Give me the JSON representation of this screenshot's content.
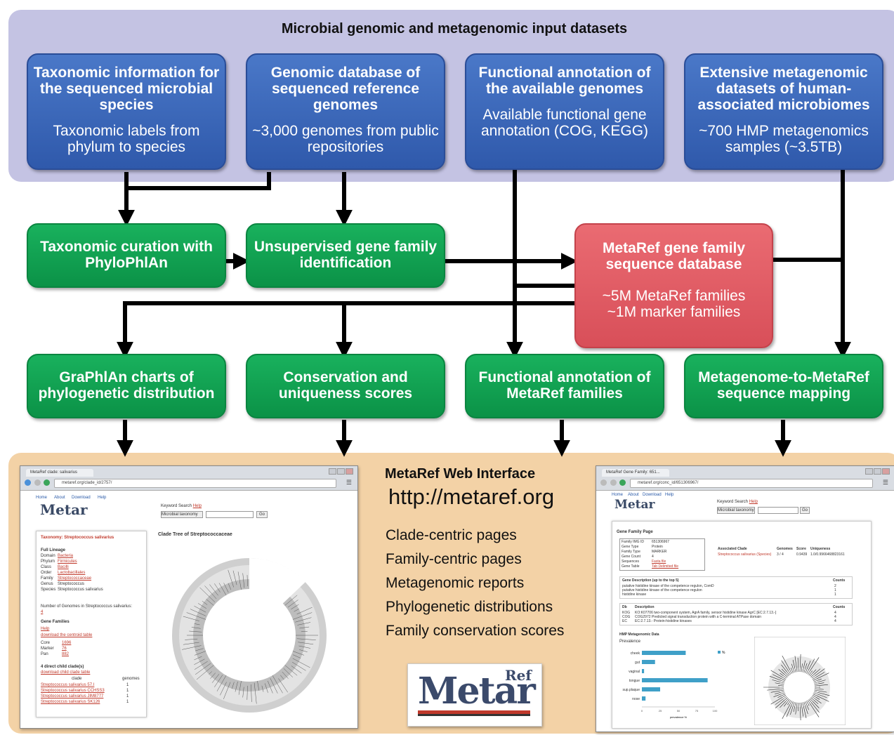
{
  "input_panel": {
    "title": "Microbial genomic and metagenomic input datasets"
  },
  "inputs": [
    {
      "heading": "Taxonomic information for the sequenced microbial species",
      "detail": "Taxonomic labels from phylum to species"
    },
    {
      "heading": "Genomic database of sequenced reference genomes",
      "detail": "~3,000 genomes from public repositories"
    },
    {
      "heading": "Functional annotation of the available genomes",
      "detail": "Available functional gene annotation (COG, KEGG)"
    },
    {
      "heading": "Extensive metagenomic datasets of human-associated microbiomes",
      "detail": "~700 HMP metagenomics samples (~3.5TB)"
    }
  ],
  "processing": [
    {
      "heading": "Taxonomic curation with PhyloPhlAn"
    },
    {
      "heading": "Unsupervised gene family identification"
    }
  ],
  "database": {
    "heading": "MetaRef gene family sequence database",
    "stat1": "~5M MetaRef families",
    "stat2": "~1M marker families"
  },
  "outputs": [
    {
      "heading": "GraPhlAn charts of phylogenetic distribution"
    },
    {
      "heading": "Conservation and uniqueness scores"
    },
    {
      "heading": "Functional annotation of MetaRef families"
    },
    {
      "heading": "Metagenome-to-MetaRef sequence mapping"
    }
  ],
  "web": {
    "title": "MetaRef Web Interface",
    "url": "http://metaref.org",
    "features": [
      "Clade-centric pages",
      "Family-centric pages",
      "Metagenomic reports",
      "Phylogenetic distributions",
      "Family conservation scores"
    ],
    "logo": {
      "main": "Metar",
      "sup": "Ref"
    }
  },
  "clade_page": {
    "tab": "MetaRef clade: salivarius",
    "url": "metaref.org/clade_id/2757/",
    "nav": [
      "Home",
      "About",
      "Download",
      "Help"
    ],
    "search_label": "Keyword Search",
    "search_help": "Help",
    "search_select": "Microbial taxonomy",
    "go": "Go",
    "taxonomy_title": "Taxonomy: Streptococcus salivarius",
    "lineage_title": "Full Lineage",
    "lineage": [
      [
        "Domain",
        "Bacteria"
      ],
      [
        "Phylum",
        "Firmicutes"
      ],
      [
        "Class",
        "Bacilli"
      ],
      [
        "Order",
        "Lactobacillales"
      ],
      [
        "Family",
        "Streptococcaceae"
      ],
      [
        "Genus",
        "Streptococcus"
      ],
      [
        "Species",
        "Streptococcus salivarius"
      ]
    ],
    "genomes_label": "Number of Genomes in Streptococcus salivarius:",
    "genomes_value": "4",
    "families_title": "Gene Families",
    "families_help": "Help",
    "centroid": "download the centroid table",
    "families": [
      [
        "Core",
        "1696"
      ],
      [
        "Marker",
        "76"
      ],
      [
        "Pan",
        "882"
      ]
    ],
    "child_title": "4 direct child clade(s)",
    "child_download": "download child clade table",
    "child_headers": [
      "clade",
      "genomes"
    ],
    "children": [
      [
        "Streptococcus salivarius 57.I",
        "1"
      ],
      [
        "Streptococcus salivarius CCHSS3",
        "1"
      ],
      [
        "Streptococcus salivarius JIM8777",
        "1"
      ],
      [
        "Streptococcus salivarius SK126",
        "1"
      ]
    ],
    "tree_title": "Clade Tree of Streptococcaceae"
  },
  "family_page": {
    "tab": "MetaRef Gene Family: 651...",
    "url": "metaref.org/conc_id/651306967/",
    "nav": [
      "Home",
      "About",
      "Download",
      "Help"
    ],
    "search_label": "Keyword Search",
    "search_help": "Help",
    "search_select": "Microbial taxonomy",
    "go": "Go",
    "page_title": "Gene Family Page",
    "info": [
      [
        "Family IMG ID",
        "651306967"
      ],
      [
        "Gene Type",
        "Protein"
      ],
      [
        "Family Type",
        "MARKER"
      ],
      [
        "Gene Count",
        "4"
      ],
      [
        "Sequences",
        "Fasta file"
      ],
      [
        "Gene Table",
        "Tab Delimited file"
      ]
    ],
    "clade_headers": [
      "Associated Clade",
      "Genomes",
      "Score",
      "Uniqueness"
    ],
    "clade_row": [
      "Streptococcus salivarius (Species)",
      "3 / 4",
      "0.9439",
      "1.0/0.9966468823161"
    ],
    "desc_headers": [
      "Gene Description (up to the top 5)",
      "Counts"
    ],
    "descs": [
      [
        "putative histidine kinase of the competence regulon, ComD",
        "2"
      ],
      [
        "putative histidine kinase of the competence regulon",
        "1"
      ],
      [
        "histidine kinase",
        "1"
      ]
    ],
    "annot_headers": [
      "Db",
      "Description",
      "Counts"
    ],
    "annots": [
      [
        "KOG",
        "KO:K07706 two-component system, AgrA family, sensor histidine kinase AgrC [EC:2.7.13.-]",
        "4"
      ],
      [
        "COG",
        "COG2972 Predicted signal transduction protein with a C-terminal ATPase domain",
        "4"
      ],
      [
        "EC",
        "EC:2.7.13.- Protein-histidine kinases",
        "4"
      ]
    ],
    "hmp_title": "HMP Metagenomic Data",
    "prevalence": "Prevalence",
    "legend": "%",
    "xlabel": "prevalence %"
  },
  "chart_data": {
    "type": "bar",
    "orientation": "horizontal",
    "categories": [
      "cheek",
      "gut",
      "vaginal",
      "tongue",
      "sup.plaque",
      "nose"
    ],
    "values": [
      60,
      18,
      3,
      90,
      25,
      5
    ],
    "xlabel": "prevalence %",
    "xlim": [
      0,
      100
    ],
    "xticks": [
      "0",
      "25",
      "50",
      "75",
      "100"
    ],
    "legend": "%",
    "color": "#3fa0c8"
  }
}
